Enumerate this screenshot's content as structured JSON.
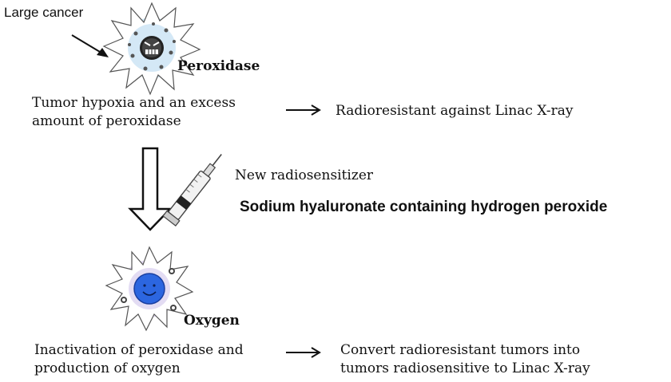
{
  "top": {
    "label_large_cancer": "Large cancer",
    "label_peroxidase": "Peroxidase",
    "condition_line1": "Tumor hypoxia and an excess",
    "condition_line2": "amount of peroxidase",
    "result": "Radioresistant against Linac X-ray"
  },
  "middle": {
    "radiosensitizer_label": "New radiosensitizer",
    "agent_name": "Sodium hyaluronate containing hydrogen peroxide"
  },
  "bottom": {
    "label_oxygen": "Oxygen",
    "condition_line1": "Inactivation of peroxidase and",
    "condition_line2": "production of oxygen",
    "result_line1": "Convert radioresistant tumors into",
    "result_line2": "tumors radiosensitive to Linac X-ray"
  },
  "colors": {
    "cancer_glow": "#a8d4ec",
    "healthy_cell": "#2c66e0",
    "oxygen_glow": "#c9b9e8",
    "arrow": "#111111"
  }
}
